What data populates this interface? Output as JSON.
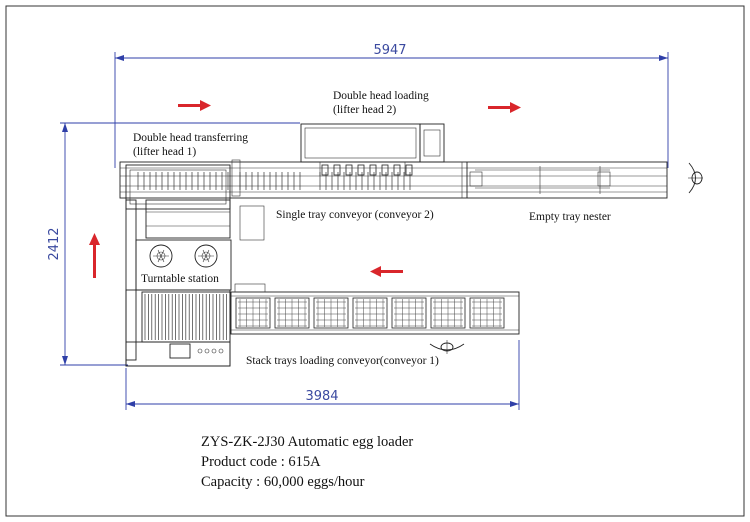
{
  "dimensions": {
    "overall_length": "5947",
    "height": "2412",
    "lower_length": "3984"
  },
  "labels": {
    "double_head_loading_line1": "Double head loading",
    "double_head_loading_line2": "(lifter head 2)",
    "double_head_transferring_line1": "Double head transferring",
    "double_head_transferring_line2": "(lifter head 1)",
    "single_tray_conveyor": "Single tray conveyor (conveyor 2)",
    "empty_tray_nester": "Empty tray nester",
    "turntable_station": "Turntable station",
    "stack_trays_conveyor": "Stack trays loading conveyor(conveyor 1)"
  },
  "info": {
    "model": "ZYS-ZK-2J30 Automatic egg loader",
    "product_code": "Product code : 615A",
    "capacity": "Capacity : 60,000 eggs/hour"
  },
  "colors": {
    "dimension": "#2f3fa8",
    "arrow": "#d9262b",
    "line": "#222222"
  }
}
